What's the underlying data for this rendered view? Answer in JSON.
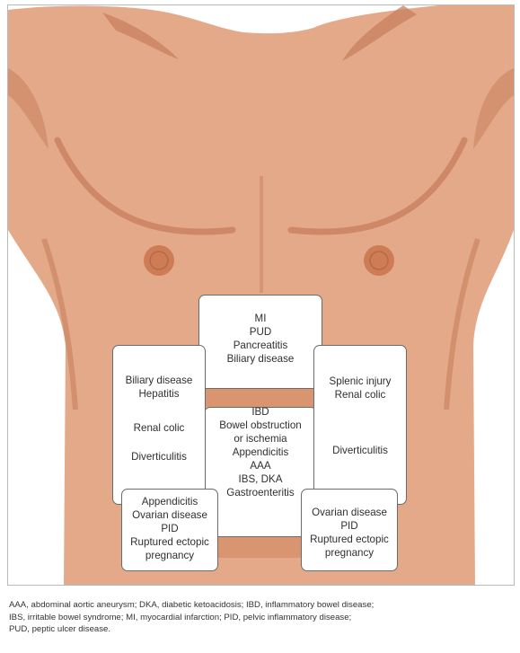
{
  "colors": {
    "skin": "#e3a988",
    "skin_shadow": "#c8805f",
    "nipple": "#cd7c55",
    "box_border": "#6b6b6b",
    "text": "#2f2f2f"
  },
  "regions": {
    "epigastric": [
      "MI",
      "PUD",
      "Pancreatitis",
      "Biliary disease"
    ],
    "right_upper": [
      "Biliary disease",
      "Hepatitis"
    ],
    "right_mid": [
      "Renal colic"
    ],
    "right_lower_side": [
      "Diverticulitis"
    ],
    "left_upper": [
      "Splenic injury",
      "Renal colic"
    ],
    "left_lower_side": [
      "Diverticulitis"
    ],
    "central": [
      "IBD",
      "Bowel obstruction",
      "or ischemia",
      "Appendicitis",
      "AAA",
      "IBS, DKA",
      "Gastroenteritis"
    ],
    "right_lower_quadrant": [
      "Appendicitis",
      "Ovarian disease",
      "PID",
      "Ruptured ectopic",
      "pregnancy"
    ],
    "left_lower_quadrant": [
      "Ovarian disease",
      "PID",
      "Ruptured ectopic",
      "pregnancy"
    ]
  },
  "caption": [
    "AAA, abdominal aortic aneurysm; DKA, diabetic ketoacidosis; IBD, inflammatory bowel disease;",
    "IBS, irritable bowel syndrome;  MI, myocardial infarction;  PID, pelvic inflammatory disease;",
    "PUD, peptic ulcer disease."
  ]
}
